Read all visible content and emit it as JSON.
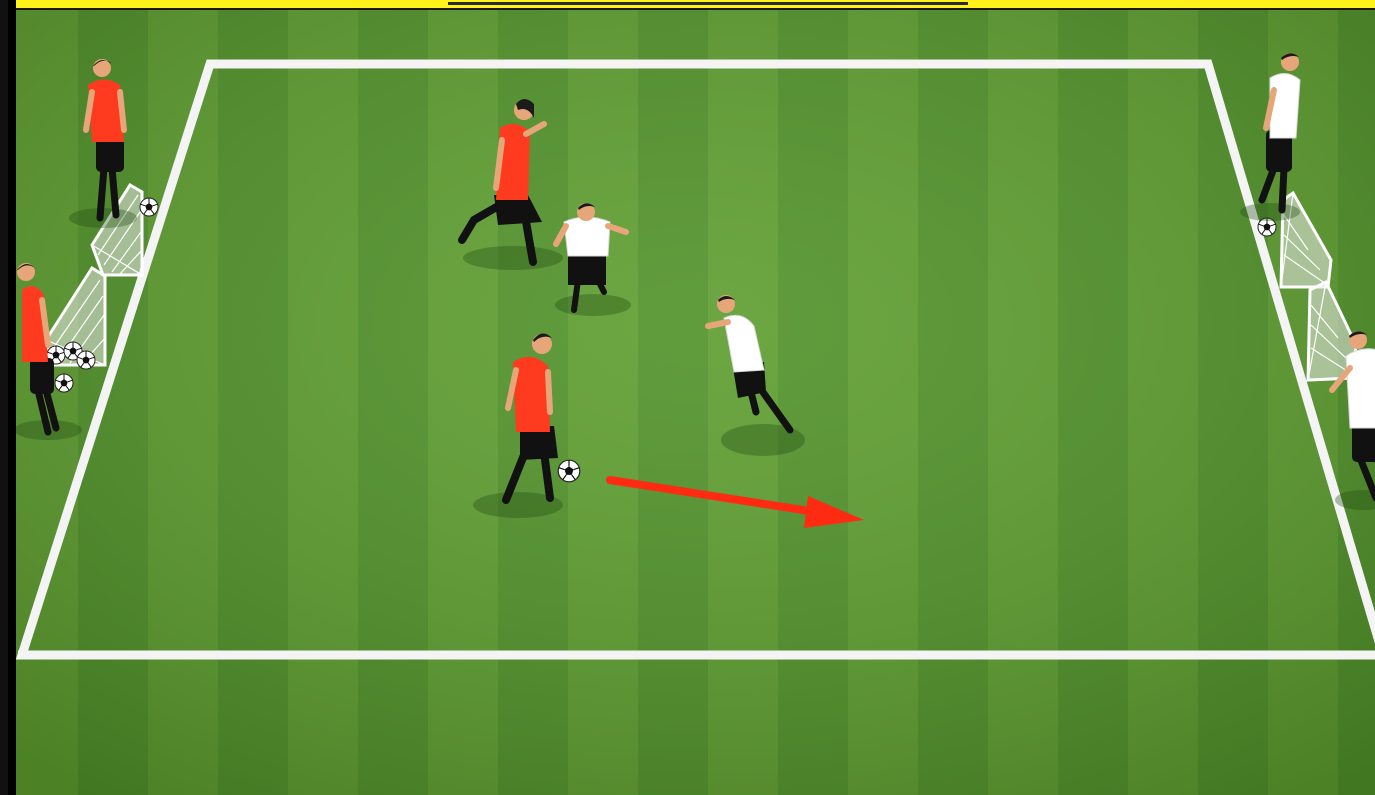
{
  "scene": {
    "description_free": true,
    "colors": {
      "grass_light": "#63a532",
      "grass_dark": "#4d8f25",
      "line": "#f4f4f4",
      "red_kit": "#ff3b1f",
      "white_kit": "#ffffff",
      "shorts": "#111111",
      "skin": "#e7a679",
      "hair": "#1b1b1b",
      "arrow": "#ff2a12",
      "top_bar": "#fff21a"
    },
    "players": {
      "red_team": [
        "red-player-1",
        "red-player-2",
        "red-player-3",
        "red-player-4"
      ],
      "white_team": [
        "white-player-1",
        "white-player-2",
        "white-player-3",
        "white-player-4"
      ]
    },
    "goals": [
      "left-goal-top",
      "left-goal-bottom",
      "right-goal-top",
      "right-goal-bottom"
    ],
    "icons": {
      "ball": "soccer-ball-icon",
      "arrow": "red-direction-arrow-icon"
    }
  }
}
